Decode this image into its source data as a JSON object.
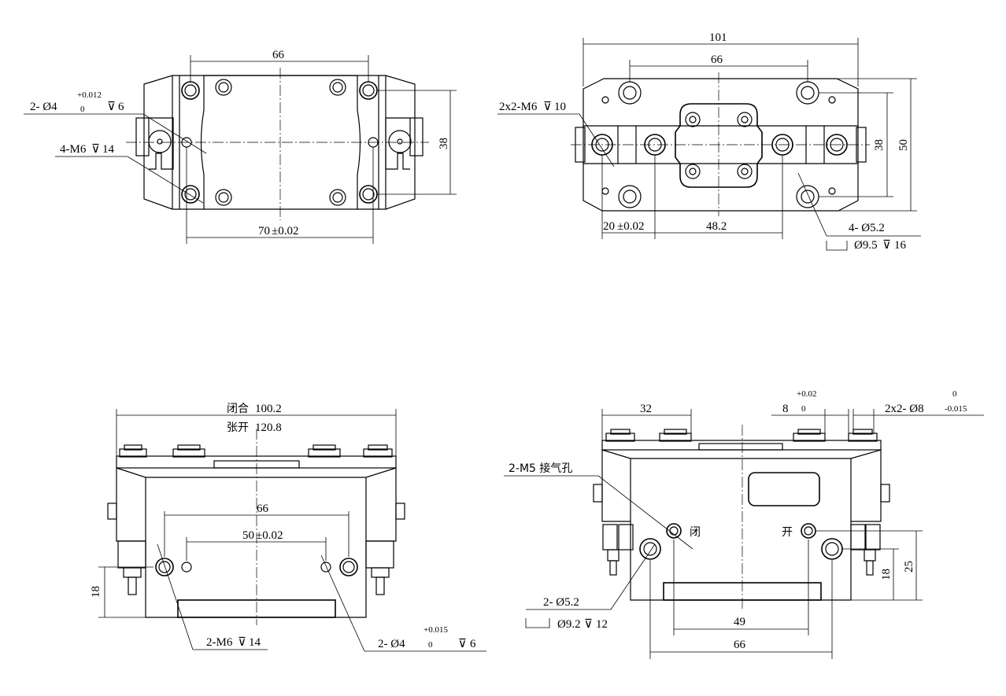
{
  "top_left": {
    "dim_66": "66",
    "dim_38": "38",
    "dim_70": "70",
    "dim_70_tol": "±0.02",
    "note_pin_prefix": "2- Ø4",
    "note_pin_tol_upper": "+0.012",
    "note_pin_tol_lower": "0",
    "note_pin_depth": "6",
    "note_tap": "4-M6",
    "note_tap_depth": "14"
  },
  "top_right": {
    "dim_101": "101",
    "dim_66": "66",
    "dim_38": "38",
    "dim_50": "50",
    "dim_20": "20",
    "dim_20_tol": "±0.02",
    "dim_48_2": "48.2",
    "note_tap": "2x2-M6",
    "note_tap_depth": "10",
    "note_hole": "4- Ø5.2",
    "note_cbore": "Ø9.5",
    "note_cbore_depth": "16"
  },
  "bottom_left": {
    "closed_label": "闭合",
    "closed_value": "100.2",
    "open_label": "张开",
    "open_value": "120.8",
    "dim_66": "66",
    "dim_50": "50",
    "dim_50_tol": "±0.02",
    "dim_18": "18",
    "note_tap": "2-M6",
    "note_tap_depth": "14",
    "note_pin_prefix": "2- Ø4",
    "note_pin_tol_upper": "+0.015",
    "note_pin_tol_lower": "0",
    "note_pin_depth": "6"
  },
  "bottom_right": {
    "dim_32": "32",
    "dim_8": "8",
    "dim_8_tol_upper": "+0.02",
    "dim_8_tol_lower": "0",
    "note_pin_prefix": "2x2- Ø8",
    "note_pin_tol_upper": "0",
    "note_pin_tol_lower": "-0.015",
    "note_air": "2-M5 接气孔",
    "label_close": "闭",
    "label_open": "开",
    "note_hole": "2- Ø5.2",
    "note_cbore": "Ø9.2",
    "note_cbore_depth": "12",
    "dim_49": "49",
    "dim_66": "66",
    "dim_18": "18",
    "dim_25": "25"
  }
}
